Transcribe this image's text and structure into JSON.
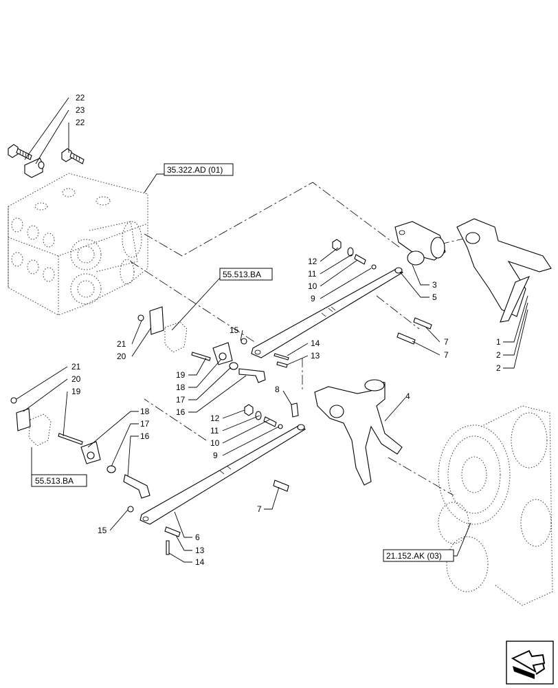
{
  "diagram": {
    "callouts": {
      "c22a": "22",
      "c23": "23",
      "c22b": "22",
      "c12a": "12",
      "c11a": "11",
      "c10a": "10",
      "c9a": "9",
      "c3": "3",
      "c5": "5",
      "c15a": "15",
      "c14a": "14",
      "c13a": "13",
      "c21a": "21",
      "c20a": "20",
      "c19a": "19",
      "c18a": "18",
      "c17a": "17",
      "c16a": "16",
      "c7a": "7",
      "c7b": "7",
      "c1": "1",
      "c2a": "2",
      "c2b": "2",
      "c8": "8",
      "c4": "4",
      "c12b": "12",
      "c11b": "11",
      "c10b": "10",
      "c9b": "9",
      "c21b": "21",
      "c20b": "20",
      "c19b": "19",
      "c18b": "18",
      "c17b": "17",
      "c16b": "16",
      "c7c": "7",
      "c15b": "15",
      "c6": "6",
      "c13b": "13",
      "c14b": "14"
    },
    "references": {
      "ref_35322": "35.322.AD (01)",
      "ref_55513_a": "55.513.BA",
      "ref_55513_b": "55.513.BA",
      "ref_21152": "21.152.AK (03)"
    },
    "nav_icon": "next-page-arrow-icon"
  }
}
